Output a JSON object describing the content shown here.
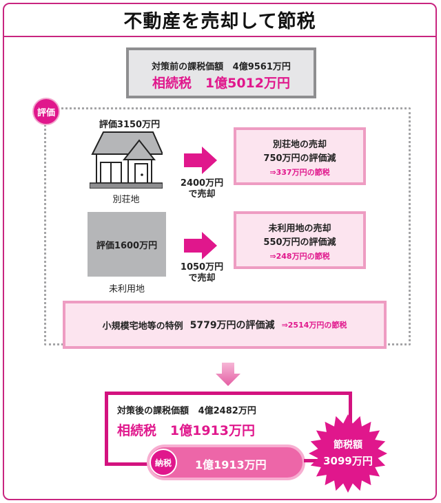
{
  "title": "不動産を売却して節税",
  "before": {
    "taxable_label": "対策前の課税価額",
    "taxable_value": "4億9561万円",
    "tax_label": "相続税",
    "tax_value": "1億5012万円"
  },
  "valuation_badge": "評価",
  "properties": [
    {
      "name": "別荘地",
      "valuation": "評価3150万円",
      "icon": "house-icon",
      "sale_price": "2400万円",
      "sale_suffix": "で売却",
      "result_title": "別荘地の売却",
      "result_reduction": "750万円の評価減",
      "result_saving": "⇒337万円の節税"
    },
    {
      "name": "未利用地",
      "valuation": "評価1600万円",
      "icon": "vacant-land-block",
      "sale_price": "1050万円",
      "sale_suffix": "で売却",
      "result_title": "未利用地の売却",
      "result_reduction": "550万円の評価減",
      "result_saving": "⇒248万円の節税"
    }
  ],
  "special": {
    "name": "小規模宅地等の特例",
    "reduction": "5779万円の評価減",
    "saving": "⇒2514万円の節税"
  },
  "after": {
    "taxable_label": "対策後の課税価額",
    "taxable_value": "4億2482万円",
    "tax_label": "相続税",
    "tax_value": "1億1913万円",
    "payment_badge": "納税",
    "payment_value": "1億1913万円"
  },
  "savings": {
    "label": "節税額",
    "value": "3099万円"
  },
  "colors": {
    "accent": "#e0178c",
    "frame": "#c8247f",
    "pink_box": "#fce4ef",
    "pink_border": "#ee9cc2",
    "gray_box": "#e6e6e8"
  }
}
